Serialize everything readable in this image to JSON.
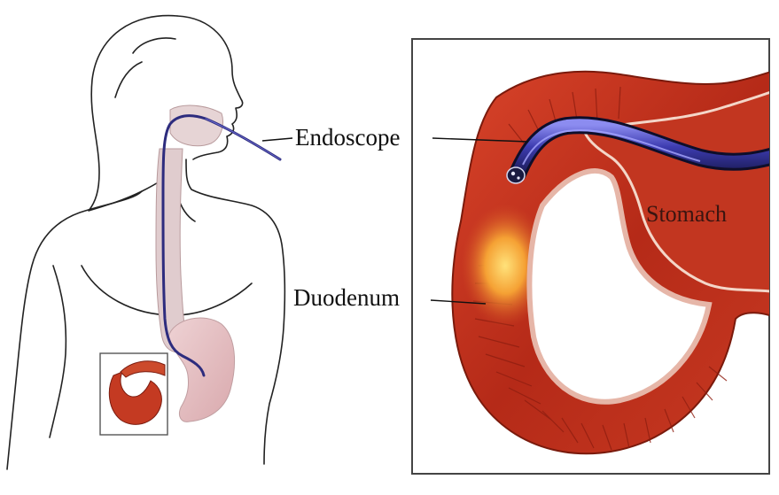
{
  "labels": {
    "endoscope": "Endoscope",
    "duodenum": "Duodenum",
    "stomach": "Stomach"
  },
  "colors": {
    "outline": "#222222",
    "esophagus_fill": "#e2cfd0",
    "stomach_fill": "#e8c2c4",
    "tissue_red": "#c8321e",
    "tissue_dark": "#9c2414",
    "tissue_highlight": "#f6b23c",
    "scope_blue": "#3b3a9c",
    "scope_dark": "#111133"
  },
  "icons": {
    "figure": "human-torso-outline",
    "inset": "duodenum-cross-section"
  }
}
